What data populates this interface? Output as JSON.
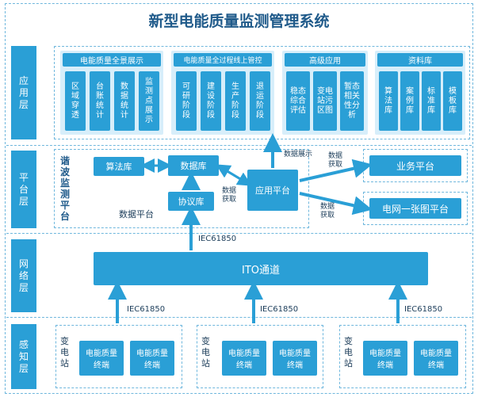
{
  "title": "新型电能质量监测管理系统",
  "layers": {
    "app": "应用层",
    "platform": "平台层",
    "network": "网络层",
    "sensing": "感知层"
  },
  "app_groups": [
    {
      "header": "电能质量全景展示",
      "items": [
        "区域穿透",
        "台账统计",
        "数据统计",
        "监测点展示"
      ]
    },
    {
      "header": "电能质量全过程线上管控",
      "items": [
        "可研阶段",
        "建设阶段",
        "生产阶段",
        "退运阶段"
      ]
    },
    {
      "header": "高级应用",
      "items": [
        "稳态综合评估",
        "变电站污区图",
        "暂态相关性分析"
      ]
    },
    {
      "header": "资料库",
      "items": [
        "算法库",
        "案例库",
        "标准库",
        "模板库"
      ]
    }
  ],
  "platform": {
    "harmonic_title": "谐波监测平台",
    "algo_lib": "算法库",
    "database": "数据库",
    "protocol_lib": "协议库",
    "data_platform": "数据平台",
    "app_platform": "应用平台",
    "business_platform": "业务平台",
    "grid_map_platform": "电网一张图平台",
    "label_data_display": "数据展示",
    "label_data_get_1": "数据获取",
    "label_data_get_2": "数据获取",
    "label_data_get_3": "数据获取"
  },
  "network": {
    "ito": "ITO通道",
    "protocol_top": "IEC61850",
    "protocol_bottom": [
      "IEC61850",
      "IEC61850",
      "IEC61850"
    ]
  },
  "sensing": {
    "stations": [
      {
        "name": "变电站",
        "terminals": [
          "电能质量终端",
          "电能质量终端"
        ]
      },
      {
        "name": "变电站",
        "terminals": [
          "电能质量终端",
          "电能质量终端"
        ]
      },
      {
        "name": "变电站",
        "terminals": [
          "电能质量终端",
          "电能质量终端"
        ]
      }
    ]
  },
  "colors": {
    "accent": "#2a9fd6",
    "light": "#d7eefa",
    "title": "#1f5a8a"
  }
}
